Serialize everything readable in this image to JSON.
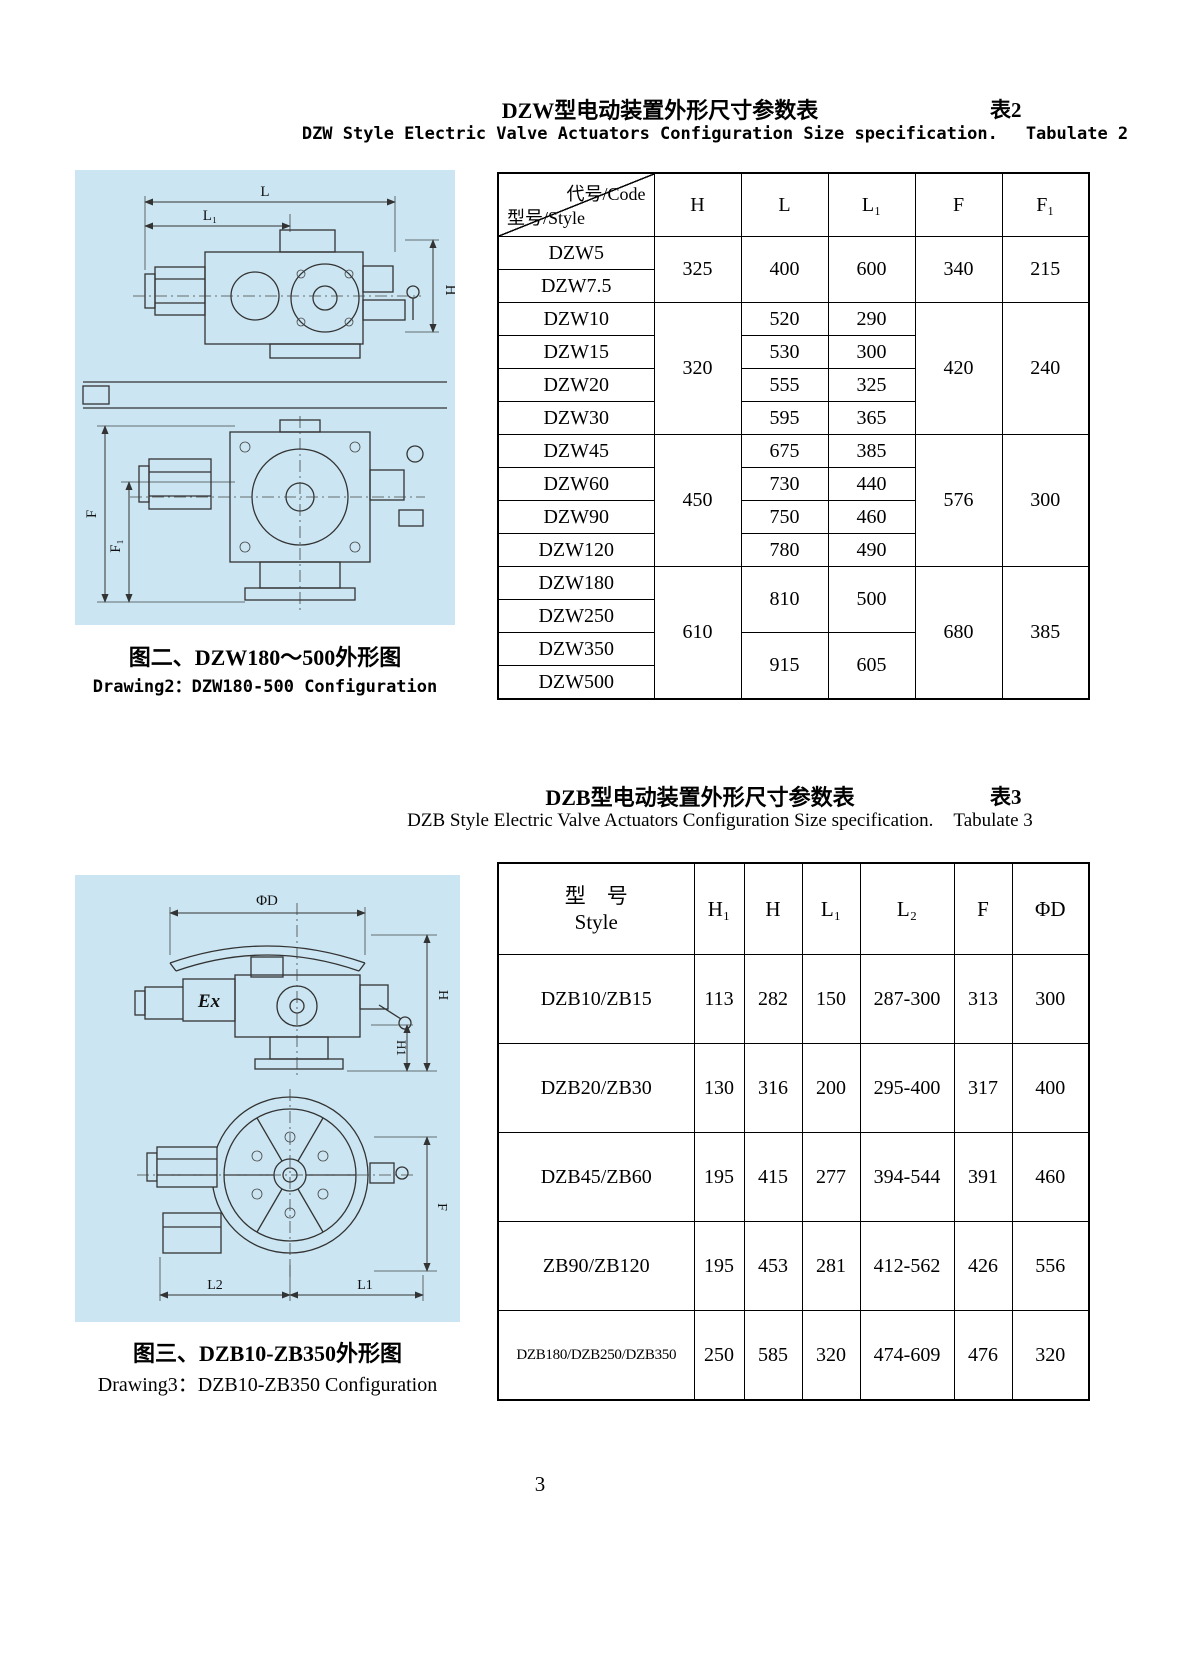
{
  "page_number": "3",
  "sec2": {
    "title": "DZW型电动装置外形尺寸参数表",
    "tag": "表2",
    "subtitle": "DZW Style Electric Valve Actuators Configuration Size specification.",
    "subtitle_tag": "Tabulate 2"
  },
  "table2": {
    "head_code": "代号/Code",
    "head_style": "型号/Style",
    "cols": [
      "H",
      "L",
      "L₁",
      "F",
      "F₁"
    ],
    "models": [
      "DZW5",
      "DZW7.5",
      "DZW10",
      "DZW15",
      "DZW20",
      "DZW30",
      "DZW45",
      "DZW60",
      "DZW90",
      "DZW120",
      "DZW180",
      "DZW250",
      "DZW350",
      "DZW500"
    ],
    "H": [
      "325",
      "320",
      "450",
      "610"
    ],
    "L": [
      "400",
      "520",
      "530",
      "555",
      "595",
      "675",
      "730",
      "750",
      "780",
      "810",
      "915"
    ],
    "L1": [
      "600",
      "290",
      "300",
      "325",
      "365",
      "385",
      "440",
      "460",
      "490",
      "500",
      "605"
    ],
    "F": [
      "340",
      "420",
      "576",
      "680"
    ],
    "F1": [
      "215",
      "240",
      "300",
      "385"
    ]
  },
  "fig2": {
    "caption_zh": "图二、DZW180～500外形图",
    "caption_en": "Drawing2：DZW180-500 Configuration",
    "labels": {
      "L": "L",
      "L1": "L₁",
      "H": "H",
      "F": "F",
      "F1": "F₁"
    }
  },
  "sec3": {
    "title": "DZB型电动装置外形尺寸参数表",
    "tag": "表3",
    "subtitle": "DZB Style Electric Valve Actuators Configuration Size specification.",
    "subtitle_tag": "Tabulate 3"
  },
  "table3": {
    "head_style_zh": "型　号",
    "head_style_en": "Style",
    "cols": [
      "H₁",
      "H",
      "L₁",
      "L₂",
      "F",
      "ΦD"
    ],
    "rows": [
      {
        "model": "DZB10/ZB15",
        "h1": "113",
        "h": "282",
        "l1": "150",
        "l2": "287-300",
        "f": "313",
        "d": "300"
      },
      {
        "model": "DZB20/ZB30",
        "h1": "130",
        "h": "316",
        "l1": "200",
        "l2": "295-400",
        "f": "317",
        "d": "400"
      },
      {
        "model": "DZB45/ZB60",
        "h1": "195",
        "h": "415",
        "l1": "277",
        "l2": "394-544",
        "f": "391",
        "d": "460"
      },
      {
        "model": "ZB90/ZB120",
        "h1": "195",
        "h": "453",
        "l1": "281",
        "l2": "412-562",
        "f": "426",
        "d": "556"
      },
      {
        "model": "DZB180/DZB250/DZB350",
        "h1": "250",
        "h": "585",
        "l1": "320",
        "l2": "474-609",
        "f": "476",
        "d": "320"
      }
    ]
  },
  "fig3": {
    "caption_zh": "图三、DZB10-ZB350外形图",
    "caption_en": "Drawing3：DZB10-ZB350 Configuration",
    "labels": {
      "phiD": "ΦD",
      "ex": "Ex",
      "h": "H",
      "h1": "H1",
      "f": "F",
      "l2": "L2",
      "l1": "L1"
    }
  }
}
